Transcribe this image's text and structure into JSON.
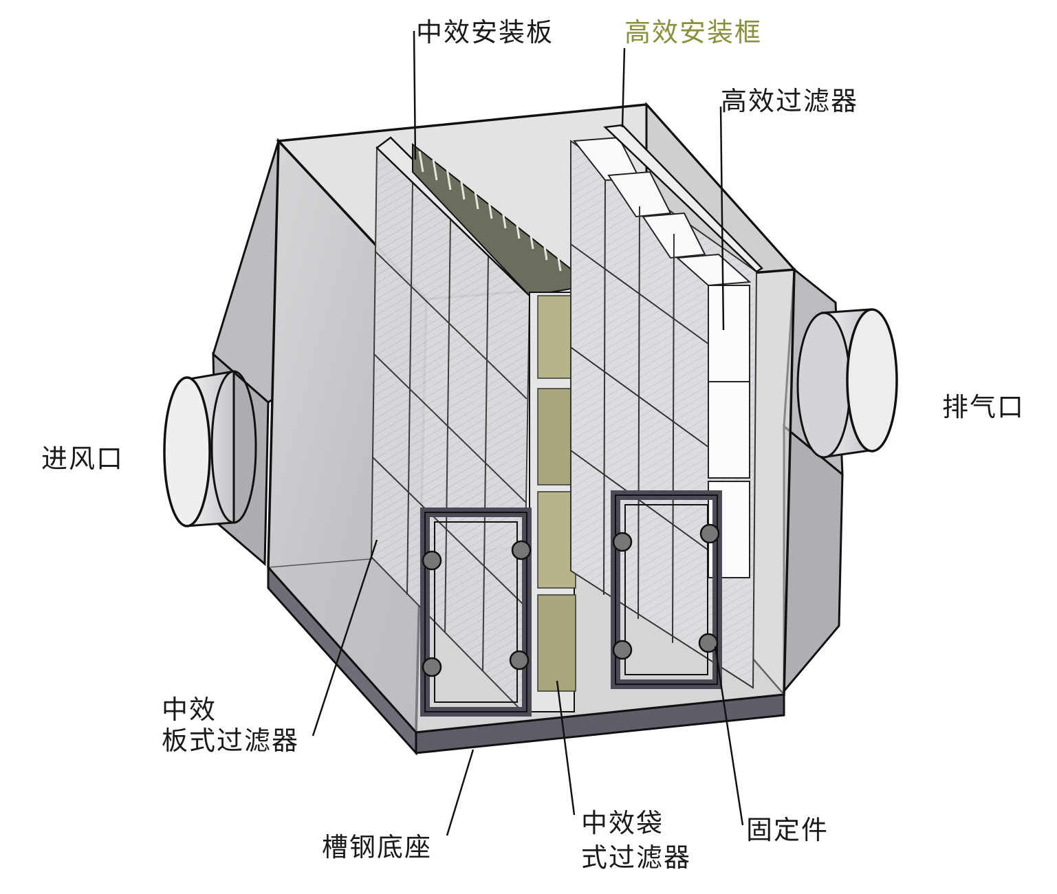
{
  "labels": {
    "medium_mount_plate": "中效安装板",
    "hepa_mount_frame": "高效安装框",
    "hepa_filter": "高效过滤器",
    "inlet": "进风口",
    "exhaust": "排气口",
    "panel_filter_line1": "中效",
    "panel_filter_line2": "板式过滤器",
    "channel_base": "槽钢底座",
    "bag_filter_line1": "中效袋",
    "bag_filter_line2": "式过滤器",
    "fixing_part": "固定件"
  },
  "colors": {
    "housing": "#c9c9cb",
    "housing_dark": "#a9a9ad",
    "base": "#6e6e78",
    "bag_filter": "#b7b48a",
    "door_frame": "#4b4b55",
    "accent_label": "#8a8f3a"
  }
}
